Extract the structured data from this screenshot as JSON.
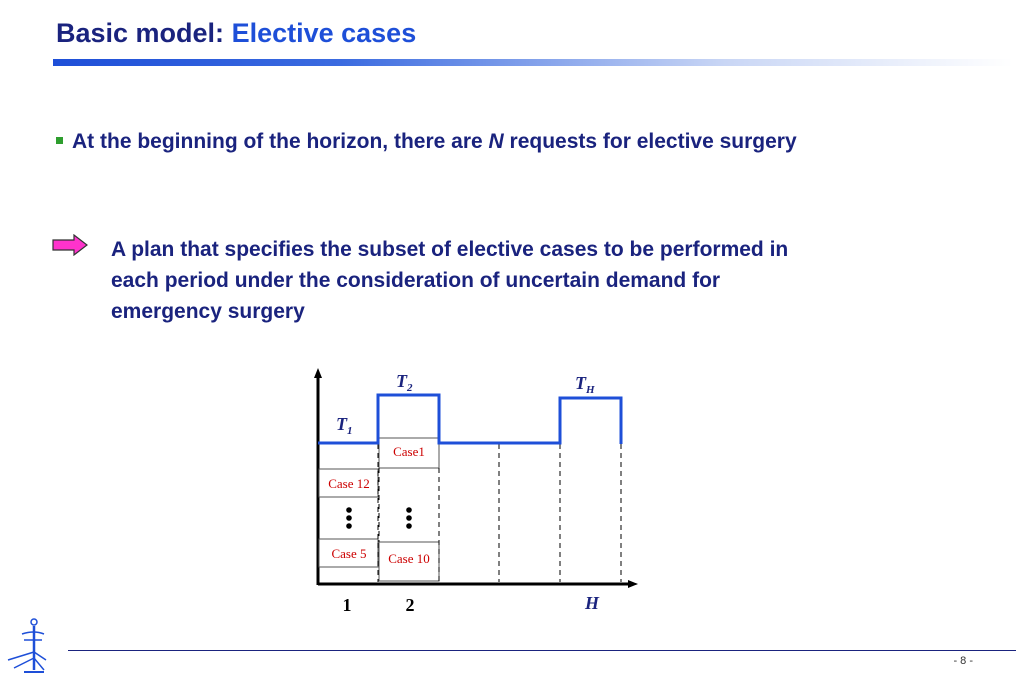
{
  "title": {
    "prefix": "Basic model: ",
    "accent": "Elective cases"
  },
  "bullet": {
    "before": "At the beginning of the horizon, there are ",
    "variable": "N",
    "after": " requests for elective surgery"
  },
  "plan": {
    "line1": "A plan that specifies the subset of elective cases to be performed in",
    "line2": "each  period under the consideration of uncertain demand for",
    "line3": "emergency surgery"
  },
  "diagram": {
    "t1": "T",
    "t1_sub": "1",
    "t2": "T",
    "t2_sub": "2",
    "th": "T",
    "th_sub": "H",
    "case_top_p2": "Case1",
    "case_top_p1": "Case 12",
    "case_bottom_p1": "Case 5",
    "case_bottom_p2": "Case 10",
    "x1": "1",
    "x2": "2",
    "xh": "H"
  },
  "footer": {
    "page": "- 8 -"
  },
  "colors": {
    "title": "#1a237e",
    "accent": "#1e4fd8",
    "bullet": "#2e9e2e",
    "arrow": "#ff33cc",
    "case_text": "#cc0000"
  }
}
